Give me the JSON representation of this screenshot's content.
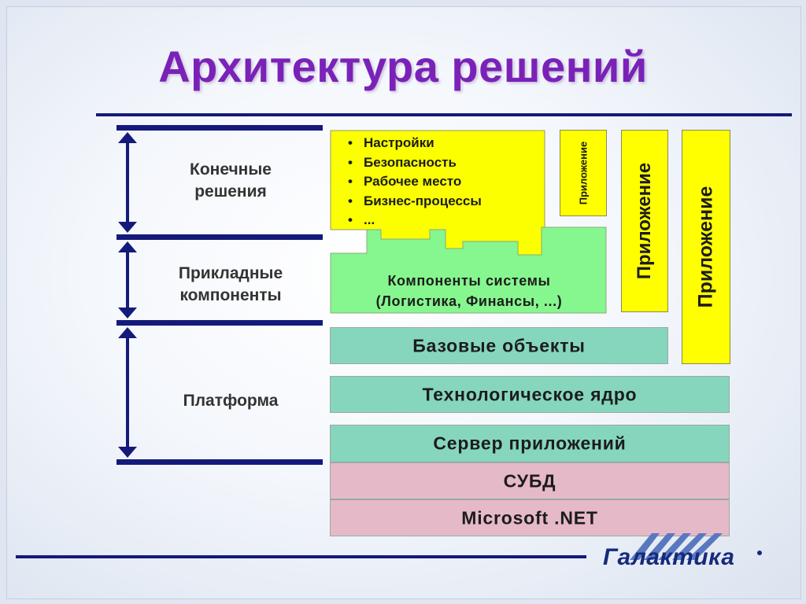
{
  "title": "Архитектура решений",
  "layers": {
    "end_solutions": "Конечные\nрешения",
    "applied_components": "Прикладные\nкомпоненты",
    "platform": "Платформа"
  },
  "end_solutions_items": [
    "Настройки",
    "Безопасность",
    "Рабочее место",
    "Бизнес-процессы",
    "..."
  ],
  "components_text": "Компоненты системы\n(Логистика, Финансы, ...)",
  "application_label": "Приложение",
  "stack": {
    "base_objects": "Базовые объекты",
    "tech_core": "Технологическое ядро",
    "app_server": "Сервер приложений",
    "dbms": "СУБД",
    "dotnet": "Microsoft .NET"
  },
  "logo": "Галактика",
  "colors": {
    "title": "#7a22b8",
    "navy": "#141a7a",
    "teal": "#86d6bd",
    "pink": "#e6b9c8",
    "yellow": "#ffff00",
    "gradient_top": "#fbff00",
    "gradient_bottom": "#86f78e"
  }
}
